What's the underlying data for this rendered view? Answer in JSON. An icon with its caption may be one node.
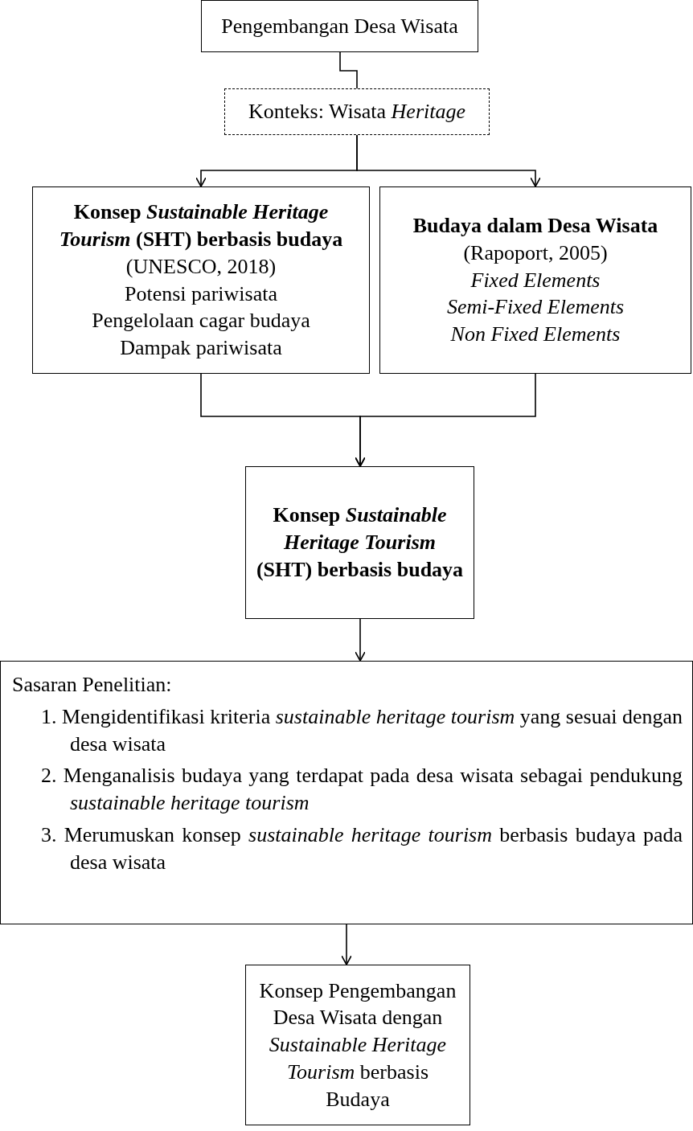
{
  "diagram": {
    "nodes": [
      {
        "text": [
          "Pengembangan Desa Wisata"
        ]
      },
      {
        "text": [
          "Konteks: Wisata *Heritage*"
        ]
      },
      {
        "text": [
          "Konsep *Sustainable Heritage Tourism* (SHT) berbasis budaya",
          "(UNESCO, 2018)",
          "Potensi pariwisata",
          "Pengelolaan cagar budaya",
          "Dampak pariwisata"
        ]
      },
      {
        "text": [
          "Budaya dalam Desa Wisata",
          "(Rapoport, 2005)",
          "Fixed Elements",
          "Semi-Fixed Elements",
          "Non Fixed Elements"
        ]
      },
      {
        "text": [
          "Konsep *Sustainable Heritage Tourism* (SHT) berbasis budaya"
        ]
      },
      {
        "text": [
          "Sasaran Penelitian:",
          "1. Mengidentifikasi kriteria *sustainable heritage tourism* yang sesuai dengan desa wisata",
          "2. Menganalisis budaya yang terdapat pada desa wisata sebagai pendukung *sustainable heritage tourism*",
          "3. Merumuskan konsep *sustainable heritage tourism* berbasis budaya pada desa wisata"
        ]
      },
      {
        "text": [
          "Konsep Pengembangan Desa Wisata dengan *Sustainable Heritage Tourism* berbasis Budaya"
        ]
      }
    ],
    "edges": [
      {
        "from": 0,
        "to": 1,
        "arrow": "none"
      },
      {
        "from": 1,
        "to": 2,
        "arrow": "to"
      },
      {
        "from": 1,
        "to": 3,
        "arrow": "to"
      },
      {
        "from": 2,
        "to": 4,
        "arrow": "to"
      },
      {
        "from": 3,
        "to": 4,
        "arrow": "to"
      },
      {
        "from": 4,
        "to": 5,
        "arrow": "to"
      },
      {
        "from": 5,
        "to": 6,
        "arrow": "to"
      }
    ]
  }
}
